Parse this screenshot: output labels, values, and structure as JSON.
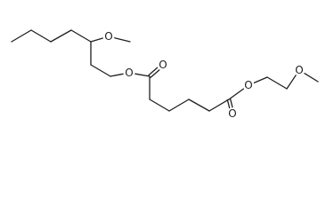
{
  "diagram": {
    "atoms": [
      {
        "id": "c1",
        "element": "C"
      },
      {
        "id": "c2",
        "element": "C"
      },
      {
        "id": "c3",
        "element": "C"
      },
      {
        "id": "c4",
        "element": "C"
      },
      {
        "id": "c5",
        "element": "C"
      },
      {
        "id": "o_methoxy_left",
        "element": "O",
        "label": "O"
      },
      {
        "id": "c_methyl_left",
        "element": "C"
      },
      {
        "id": "c6",
        "element": "C"
      },
      {
        "id": "c7",
        "element": "C"
      },
      {
        "id": "o_ester_left",
        "element": "O",
        "label": "O"
      },
      {
        "id": "c_carbonyl_left",
        "element": "C"
      },
      {
        "id": "o_carbonyl_left",
        "element": "O",
        "label": "O"
      },
      {
        "id": "c8",
        "element": "C"
      },
      {
        "id": "c9",
        "element": "C"
      },
      {
        "id": "c10",
        "element": "C"
      },
      {
        "id": "c11",
        "element": "C"
      },
      {
        "id": "c_carbonyl_right",
        "element": "C"
      },
      {
        "id": "o_carbonyl_right",
        "element": "O",
        "label": "O"
      },
      {
        "id": "o_ester_right",
        "element": "O",
        "label": "O"
      },
      {
        "id": "c12",
        "element": "C"
      },
      {
        "id": "c13",
        "element": "C"
      },
      {
        "id": "o_methoxy_right",
        "element": "O",
        "label": "O"
      },
      {
        "id": "c_methyl_right",
        "element": "C"
      }
    ],
    "bonds": [
      {
        "from": "c1",
        "to": "c2",
        "order": 1
      },
      {
        "from": "c2",
        "to": "c3",
        "order": 1
      },
      {
        "from": "c3",
        "to": "c4",
        "order": 1
      },
      {
        "from": "c4",
        "to": "c5",
        "order": 1
      },
      {
        "from": "c5",
        "to": "o_methoxy_left",
        "order": 1
      },
      {
        "from": "o_methoxy_left",
        "to": "c_methyl_left",
        "order": 1
      },
      {
        "from": "c5",
        "to": "c6",
        "order": 1
      },
      {
        "from": "c6",
        "to": "c7",
        "order": 1
      },
      {
        "from": "c7",
        "to": "o_ester_left",
        "order": 1
      },
      {
        "from": "o_ester_left",
        "to": "c_carbonyl_left",
        "order": 1
      },
      {
        "from": "c_carbonyl_left",
        "to": "o_carbonyl_left",
        "order": 2
      },
      {
        "from": "c_carbonyl_left",
        "to": "c8",
        "order": 1
      },
      {
        "from": "c8",
        "to": "c9",
        "order": 1
      },
      {
        "from": "c9",
        "to": "c10",
        "order": 1
      },
      {
        "from": "c10",
        "to": "c11",
        "order": 1
      },
      {
        "from": "c11",
        "to": "c_carbonyl_right",
        "order": 1
      },
      {
        "from": "c_carbonyl_right",
        "to": "o_carbonyl_right",
        "order": 2
      },
      {
        "from": "c_carbonyl_right",
        "to": "o_ester_right",
        "order": 1
      },
      {
        "from": "o_ester_right",
        "to": "c12",
        "order": 1
      },
      {
        "from": "c12",
        "to": "c13",
        "order": 1
      },
      {
        "from": "c13",
        "to": "o_methoxy_right",
        "order": 1
      },
      {
        "from": "o_methoxy_right",
        "to": "c_methyl_right",
        "order": 1
      }
    ]
  }
}
